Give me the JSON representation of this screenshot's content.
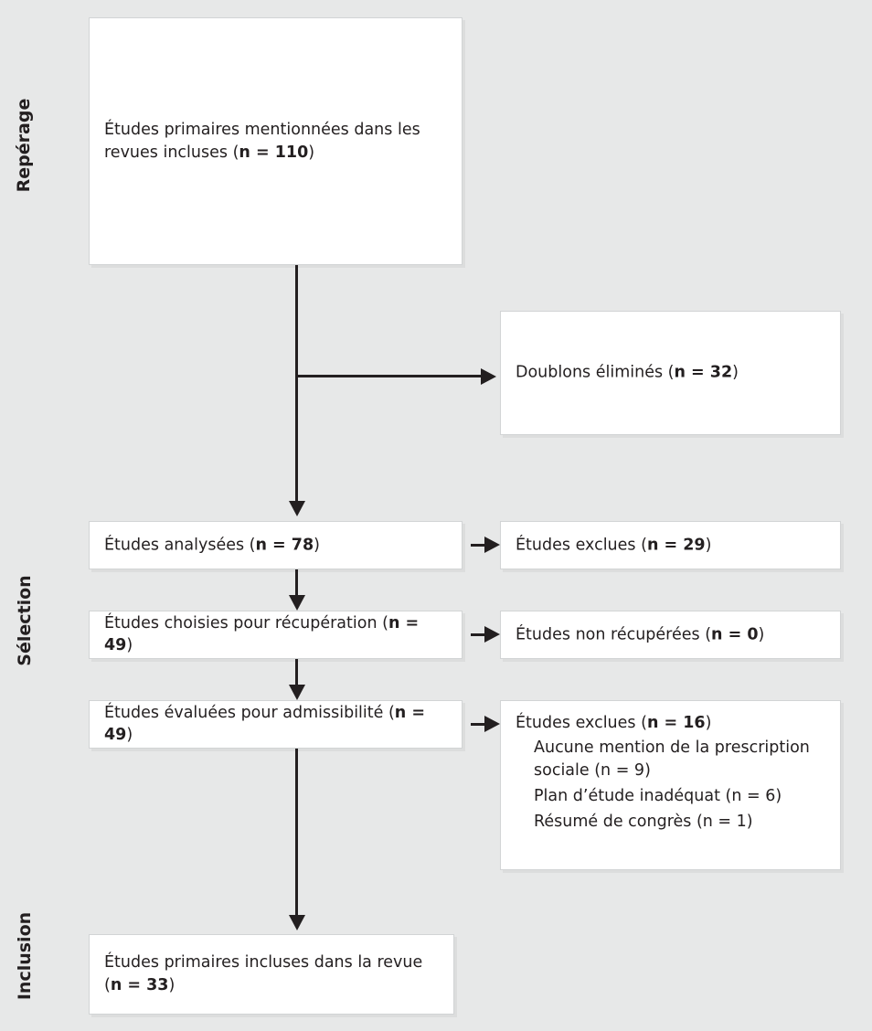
{
  "background_color": "#e7e8e8",
  "box_fill": "#ffffff",
  "line_color": "#231f20",
  "stages": [
    {
      "id": "identification",
      "label": "Repérage"
    },
    {
      "id": "screening",
      "label": "Sélection"
    },
    {
      "id": "included",
      "label": "Inclusion"
    }
  ],
  "boxes": {
    "records_identified": {
      "line1": "Études primaires mentionnées dans les",
      "line2_pre": "revues incluses (",
      "line2_bold": "n = 110",
      "line2_post": ")"
    },
    "duplicates_removed": {
      "text_pre": "Doublons éliminés (",
      "text_bold": "n = 32",
      "text_post": ")"
    },
    "records_screened": {
      "text_pre": "Études analysées (",
      "text_bold": "n = 78",
      "text_post": ")"
    },
    "records_excluded": {
      "text_pre": "Études exclues (",
      "text_bold": "n = 29",
      "text_post": ")"
    },
    "reports_sought": {
      "text_pre": "Études choisies pour récupération (",
      "text_bold": "n = 49",
      "text_post": ")"
    },
    "reports_not_retrieved": {
      "text_pre": "Études non récupérées (",
      "text_bold": "n = 0",
      "text_post": ")"
    },
    "reports_assessed": {
      "text_pre": "Études évaluées pour admissibilité (",
      "text_bold": "n = 49",
      "text_post": ")"
    },
    "reports_excluded": {
      "head_pre": "Études exclues (",
      "head_bold": "n = 16",
      "head_post": ")",
      "reasons": [
        "Aucune mention de la prescription sociale (n = 9)",
        "Plan d’étude inadéquat (n = 6)",
        "Résumé de congrès (n = 1)"
      ]
    },
    "studies_included": {
      "line1": "Études primaires incluses dans la revue",
      "line2_pre": "(",
      "line2_bold": "n = 33",
      "line2_post": ")"
    }
  }
}
